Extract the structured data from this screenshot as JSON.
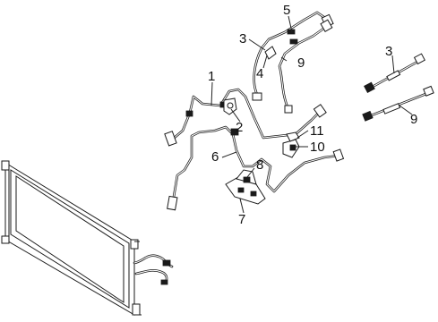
{
  "callouts": {
    "c1": "1",
    "c2": "2",
    "c3a": "3",
    "c3b": "3",
    "c4": "4",
    "c5": "5",
    "c6": "6",
    "c7": "7",
    "c8": "8",
    "c9a": "9",
    "c9b": "9",
    "c10": "10",
    "c11": "11"
  }
}
